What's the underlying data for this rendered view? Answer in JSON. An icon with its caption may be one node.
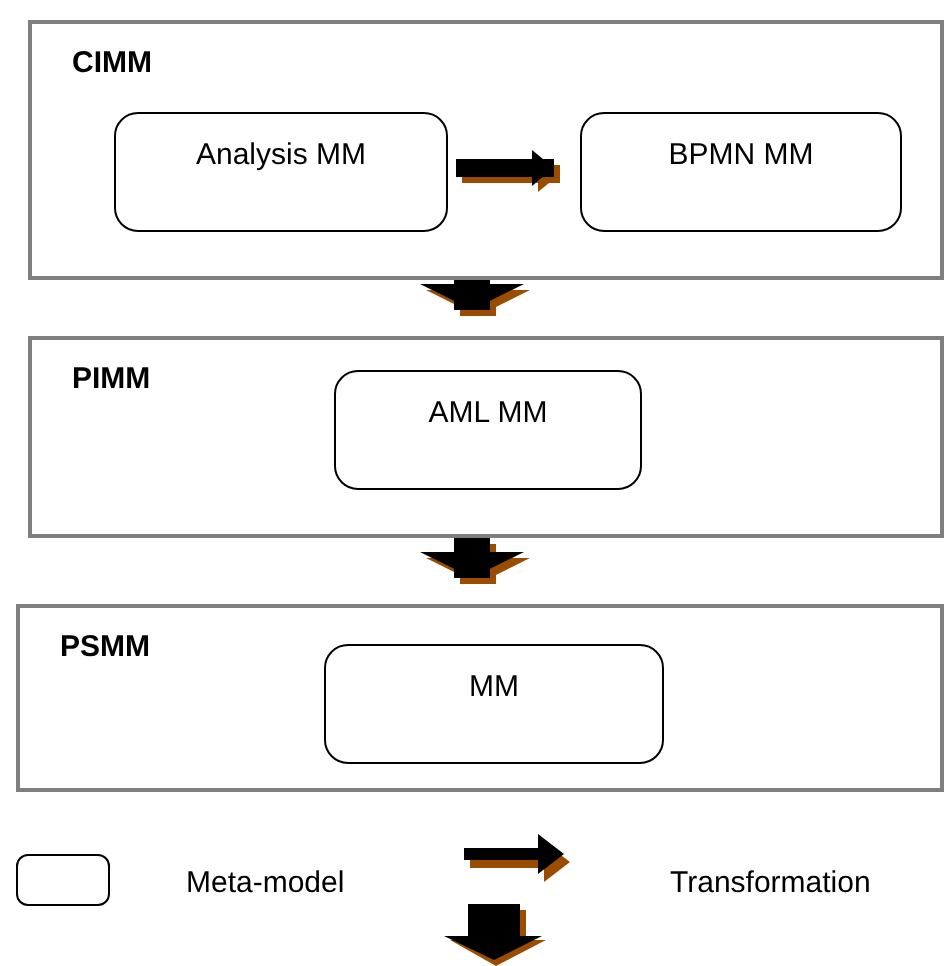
{
  "diagram": {
    "nodes": [
      {
        "text": [
          "CIMM"
        ]
      },
      {
        "text": [
          "Analysis MM"
        ],
        "in": 0
      },
      {
        "text": [
          "BPMN MM"
        ],
        "in": 0
      },
      {
        "text": [
          "PIMM"
        ]
      },
      {
        "text": [
          "AML MM"
        ],
        "in": 3
      },
      {
        "text": [
          "PSMM"
        ]
      },
      {
        "text": [
          "MM"
        ],
        "in": 5
      }
    ],
    "edges": [
      {
        "from": 1,
        "to": 2,
        "arrow": "to"
      },
      {
        "from": 0,
        "to": 3,
        "arrow": "to"
      },
      {
        "from": 3,
        "to": 5,
        "arrow": "to"
      }
    ],
    "legend": [
      {
        "text": "Meta-model"
      },
      {
        "text": "Transformation"
      }
    ]
  }
}
